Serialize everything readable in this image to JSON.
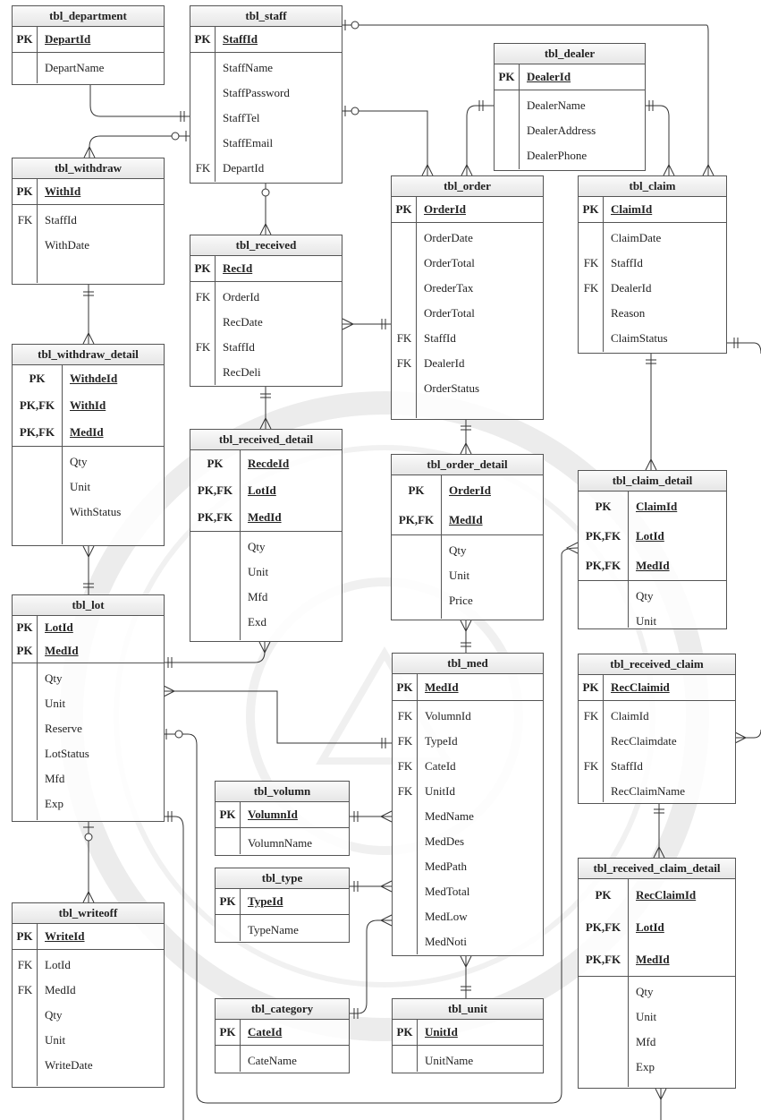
{
  "tables": [
    {
      "id": "department",
      "title": "tbl_department",
      "pk": [
        {
          "key": "PK",
          "name": "DepartId"
        }
      ],
      "attrs": [
        {
          "key": "",
          "name": "DepartName"
        }
      ]
    },
    {
      "id": "staff",
      "title": "tbl_staff",
      "pk": [
        {
          "key": "PK",
          "name": "StaffId"
        }
      ],
      "attrs": [
        {
          "key": "",
          "name": "StaffName"
        },
        {
          "key": "",
          "name": "StaffPassword"
        },
        {
          "key": "",
          "name": "StaffTel"
        },
        {
          "key": "",
          "name": "StaffEmail"
        },
        {
          "key": "FK",
          "name": "DepartId"
        }
      ]
    },
    {
      "id": "dealer",
      "title": "tbl_dealer",
      "pk": [
        {
          "key": "PK",
          "name": "DealerId"
        }
      ],
      "attrs": [
        {
          "key": "",
          "name": "DealerName"
        },
        {
          "key": "",
          "name": "DealerAddress"
        },
        {
          "key": "",
          "name": "DealerPhone"
        }
      ]
    },
    {
      "id": "withdraw",
      "title": "tbl_withdraw",
      "pk": [
        {
          "key": "PK",
          "name": "WithId"
        }
      ],
      "attrs": [
        {
          "key": "FK",
          "name": "StaffId"
        },
        {
          "key": "",
          "name": "WithDate"
        }
      ]
    },
    {
      "id": "received",
      "title": "tbl_received",
      "pk": [
        {
          "key": "PK",
          "name": "RecId"
        }
      ],
      "attrs": [
        {
          "key": "FK",
          "name": "OrderId"
        },
        {
          "key": "",
          "name": "RecDate"
        },
        {
          "key": "FK",
          "name": "StaffId"
        },
        {
          "key": "",
          "name": "RecDeli"
        }
      ]
    },
    {
      "id": "order",
      "title": "tbl_order",
      "pk": [
        {
          "key": "PK",
          "name": "OrderId"
        }
      ],
      "attrs": [
        {
          "key": "",
          "name": "OrderDate"
        },
        {
          "key": "",
          "name": "OrderTotal"
        },
        {
          "key": "",
          "name": "OrederTax"
        },
        {
          "key": "",
          "name": "OrderTotal"
        },
        {
          "key": "FK",
          "name": "StaffId"
        },
        {
          "key": "FK",
          "name": "DealerId"
        },
        {
          "key": "",
          "name": "OrderStatus"
        }
      ]
    },
    {
      "id": "claim",
      "title": "tbl_claim",
      "pk": [
        {
          "key": "PK",
          "name": "ClaimId"
        }
      ],
      "attrs": [
        {
          "key": "",
          "name": "ClaimDate"
        },
        {
          "key": "FK",
          "name": "StaffId"
        },
        {
          "key": "FK",
          "name": "DealerId"
        },
        {
          "key": "",
          "name": "Reason"
        },
        {
          "key": "",
          "name": "ClaimStatus"
        }
      ]
    },
    {
      "id": "withdraw_detail",
      "title": "tbl_withdraw_detail",
      "pk": [
        {
          "key": "PK",
          "name": "WithdeId"
        },
        {
          "key": "PK,FK",
          "name": "WithId"
        },
        {
          "key": "PK,FK",
          "name": "MedId"
        }
      ],
      "attrs": [
        {
          "key": "",
          "name": "Qty"
        },
        {
          "key": "",
          "name": "Unit"
        },
        {
          "key": "",
          "name": "WithStatus"
        }
      ]
    },
    {
      "id": "received_detail",
      "title": "tbl_received_detail",
      "pk": [
        {
          "key": "PK",
          "name": "RecdeId"
        },
        {
          "key": "PK,FK",
          "name": "LotId"
        },
        {
          "key": "PK,FK",
          "name": "MedId"
        }
      ],
      "attrs": [
        {
          "key": "",
          "name": "Qty"
        },
        {
          "key": "",
          "name": "Unit"
        },
        {
          "key": "",
          "name": "Mfd"
        },
        {
          "key": "",
          "name": "Exd"
        }
      ]
    },
    {
      "id": "order_detail",
      "title": "tbl_order_detail",
      "pk": [
        {
          "key": "PK",
          "name": "OrderId"
        },
        {
          "key": "PK,FK",
          "name": "MedId"
        }
      ],
      "attrs": [
        {
          "key": "",
          "name": "Qty"
        },
        {
          "key": "",
          "name": "Unit"
        },
        {
          "key": "",
          "name": "Price"
        }
      ]
    },
    {
      "id": "claim_detail",
      "title": "tbl_claim_detail",
      "pk": [
        {
          "key": "PK",
          "name": "ClaimId"
        },
        {
          "key": "PK,FK",
          "name": "LotId"
        },
        {
          "key": "PK,FK",
          "name": "MedId"
        }
      ],
      "attrs": [
        {
          "key": "",
          "name": "Qty"
        },
        {
          "key": "",
          "name": "Unit"
        }
      ]
    },
    {
      "id": "lot",
      "title": "tbl_lot",
      "pk": [
        {
          "key": "PK",
          "name": "LotId"
        },
        {
          "key": "PK",
          "name": "MedId"
        }
      ],
      "attrs": [
        {
          "key": "",
          "name": "Qty"
        },
        {
          "key": "",
          "name": "Unit"
        },
        {
          "key": "",
          "name": "Reserve"
        },
        {
          "key": "",
          "name": "LotStatus"
        },
        {
          "key": "",
          "name": "Mfd"
        },
        {
          "key": "",
          "name": "Exp"
        }
      ]
    },
    {
      "id": "med",
      "title": "tbl_med",
      "pk": [
        {
          "key": "PK",
          "name": "MedId"
        }
      ],
      "attrs": [
        {
          "key": "FK",
          "name": "VolumnId"
        },
        {
          "key": "FK",
          "name": "TypeId"
        },
        {
          "key": "FK",
          "name": "CateId"
        },
        {
          "key": "FK",
          "name": "UnitId"
        },
        {
          "key": "",
          "name": "MedName"
        },
        {
          "key": "",
          "name": "MedDes"
        },
        {
          "key": "",
          "name": "MedPath"
        },
        {
          "key": "",
          "name": "MedTotal"
        },
        {
          "key": "",
          "name": "MedLow"
        },
        {
          "key": "",
          "name": "MedNoti"
        }
      ]
    },
    {
      "id": "received_claim",
      "title": "tbl_received_claim",
      "pk": [
        {
          "key": "PK",
          "name": "RecClaimid"
        }
      ],
      "attrs": [
        {
          "key": "FK",
          "name": "ClaimId"
        },
        {
          "key": "",
          "name": "RecClaimdate"
        },
        {
          "key": "FK",
          "name": "StaffId"
        },
        {
          "key": "",
          "name": "RecClaimName"
        }
      ]
    },
    {
      "id": "volumn",
      "title": "tbl_volumn",
      "pk": [
        {
          "key": "PK",
          "name": "VolumnId"
        }
      ],
      "attrs": [
        {
          "key": "",
          "name": "VolumnName"
        }
      ]
    },
    {
      "id": "type",
      "title": "tbl_type",
      "pk": [
        {
          "key": "PK",
          "name": "TypeId"
        }
      ],
      "attrs": [
        {
          "key": "",
          "name": "TypeName"
        }
      ]
    },
    {
      "id": "received_claim_detail",
      "title": "tbl_received_claim_detail",
      "pk": [
        {
          "key": "PK",
          "name": "RecClaimId"
        },
        {
          "key": "PK,FK",
          "name": "LotId"
        },
        {
          "key": "PK,FK",
          "name": "MedId"
        }
      ],
      "attrs": [
        {
          "key": "",
          "name": "Qty"
        },
        {
          "key": "",
          "name": "Unit"
        },
        {
          "key": "",
          "name": "Mfd"
        },
        {
          "key": "",
          "name": "Exp"
        }
      ]
    },
    {
      "id": "writeoff",
      "title": "tbl_writeoff",
      "pk": [
        {
          "key": "PK",
          "name": "WriteId"
        }
      ],
      "attrs": [
        {
          "key": "FK",
          "name": "LotId"
        },
        {
          "key": "FK",
          "name": "MedId"
        },
        {
          "key": "",
          "name": "Qty"
        },
        {
          "key": "",
          "name": "Unit"
        },
        {
          "key": "",
          "name": "WriteDate"
        }
      ]
    },
    {
      "id": "category",
      "title": "tbl_category",
      "pk": [
        {
          "key": "PK",
          "name": "CateId"
        }
      ],
      "attrs": [
        {
          "key": "",
          "name": "CateName"
        }
      ]
    },
    {
      "id": "unit",
      "title": "tbl_unit",
      "pk": [
        {
          "key": "PK",
          "name": "UnitId"
        }
      ],
      "attrs": [
        {
          "key": "",
          "name": "UnitName"
        }
      ]
    }
  ]
}
